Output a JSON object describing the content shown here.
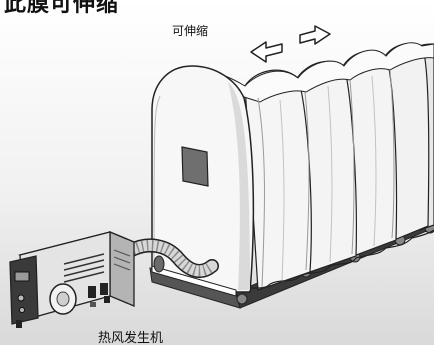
{
  "labels": {
    "title_fragment": "此膜可伸缩",
    "extendable": "可伸缩",
    "heater": "热风发生机"
  },
  "icons": [
    "arrow-left-icon",
    "arrow-right-icon"
  ],
  "colors": {
    "outline": "#222222",
    "tent_fabric": "#f4f4f4",
    "tent_shadow": "#c9c9c9",
    "rail": "#333333",
    "heater_body": "#d4d4d4",
    "heater_front": "#e6e6e6"
  }
}
